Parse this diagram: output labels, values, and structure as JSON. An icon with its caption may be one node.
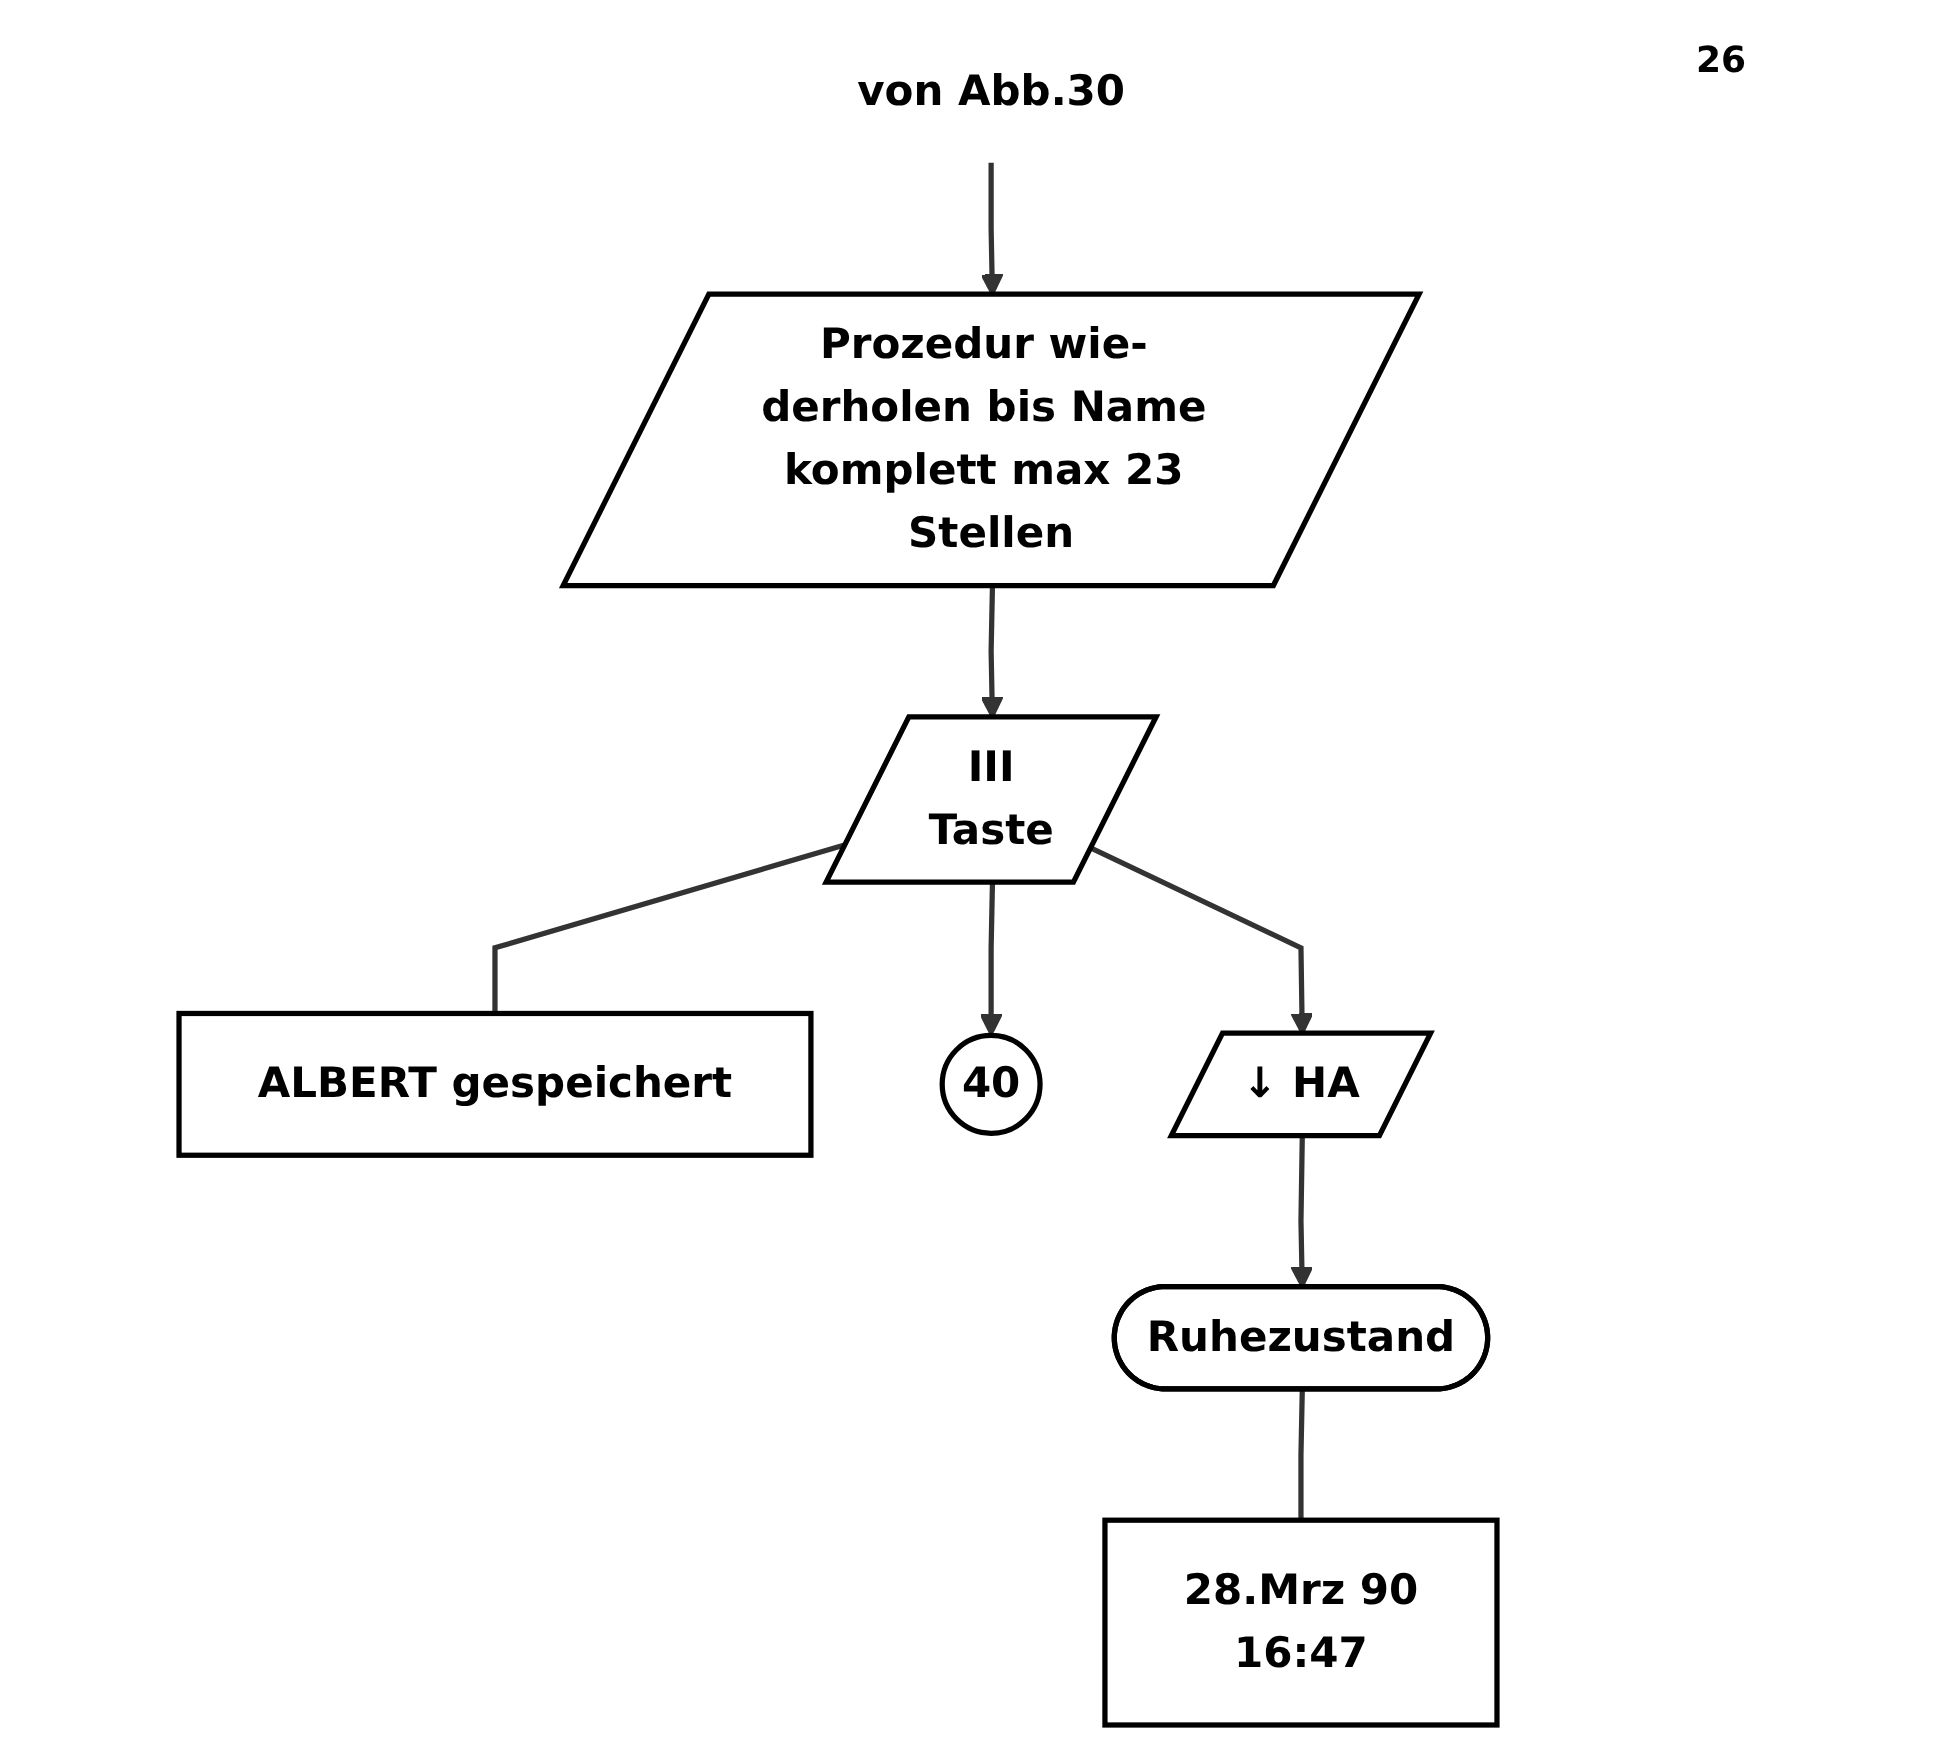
{
  "diagram": {
    "nodes": [
      {
        "text": [
          "von Abb.30"
        ]
      },
      {
        "text": [
          "Prozedur wie- derholen bis Name komplett max 23 Stellen"
        ]
      },
      {
        "text": [
          "III",
          "Taste"
        ]
      },
      {
        "text": [
          "ALBERT gespeichert"
        ]
      },
      {
        "text": [
          "40"
        ]
      },
      {
        "text": [
          "↓ HA"
        ]
      },
      {
        "text": [
          "Ruhezustand"
        ]
      },
      {
        "text": [
          "28.Mrz 90",
          "16:47"
        ]
      }
    ],
    "edges": [
      {
        "from": 0,
        "to": 1,
        "arrow": "to"
      },
      {
        "from": 1,
        "to": 2,
        "arrow": "to"
      },
      {
        "from": 2,
        "to": 3,
        "arrow": "none"
      },
      {
        "from": 2,
        "to": 4,
        "arrow": "to"
      },
      {
        "from": 2,
        "to": 5,
        "arrow": "to"
      },
      {
        "from": 5,
        "to": 6,
        "arrow": "to"
      },
      {
        "from": 6,
        "to": 7,
        "arrow": "none"
      }
    ],
    "labels": [
      "26"
    ]
  }
}
